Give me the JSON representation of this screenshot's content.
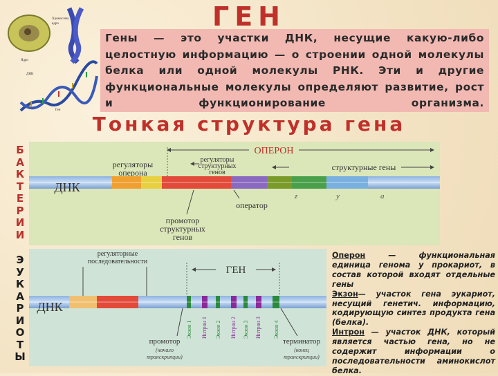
{
  "title": "ГЕН",
  "definition": "Гены — это участки ДНК, несущие какую-либо целостную информацию — о строении одной молекулы белка или одной молекулы РНК. Эти и другие функциональные молекулы определяют развитие, рост и функционирование организма.",
  "subtitle": "Тонкая структура гена",
  "bacteria_label": [
    "Б",
    "А",
    "К",
    "Т",
    "Е",
    "Р",
    "И",
    "И"
  ],
  "eukaryote_label": [
    "Э",
    "У",
    "К",
    "А",
    "Р",
    "И",
    "О",
    "Т",
    "Ы"
  ],
  "bacteria_diagram": {
    "operon": "ОПЕРОН",
    "regulators_operon": [
      "регуляторы",
      "оперона"
    ],
    "regulators_structural": [
      "регуляторы",
      "структурных",
      "генов"
    ],
    "structural_genes": "структурные гены",
    "dna": "ДНК",
    "gene_letters": [
      "z",
      "y",
      "a"
    ],
    "operator": "оператор",
    "promoter": [
      "промотор",
      "структурных",
      "генов"
    ]
  },
  "eukaryote_diagram": {
    "regulatory": [
      "регуляторные",
      "последовательности"
    ],
    "gene": "ГЕН",
    "dna": "ДНК",
    "segments": [
      "Экзон 1",
      "Интрон 1",
      "Экзон 2",
      "Интрон 2",
      "Экзон 3",
      "Интрон 3",
      "Экзон 4"
    ],
    "promoter": "промотор",
    "promoter_note": [
      "(начало",
      "транскрипции)"
    ],
    "terminator": "терминатор",
    "terminator_note": [
      "(конец",
      "транскрипции)"
    ]
  },
  "cell_image_labels": [
    "Хромосома",
    "ядро",
    "Ядро",
    "ДНК",
    "Ген"
  ],
  "definitions": [
    {
      "term": "Оперон",
      "text": " — функциональная единица генома у прокариот, в состав которой входят отдельные гены"
    },
    {
      "term": "Экзон",
      "text": "— участок гена эукариот, несущий генетич. информацию, кодирующую синтез продукта гена (белка)."
    },
    {
      "term": "Интрон",
      "text": " — участок ДНК, который является частью гена, но не содержит информации о последовательности аминокислот белка."
    }
  ],
  "colors": {
    "title": "#c0302a",
    "exon": "#2a8a3a",
    "intron": "#8a2a9a",
    "regulator": "#e24a3a"
  }
}
